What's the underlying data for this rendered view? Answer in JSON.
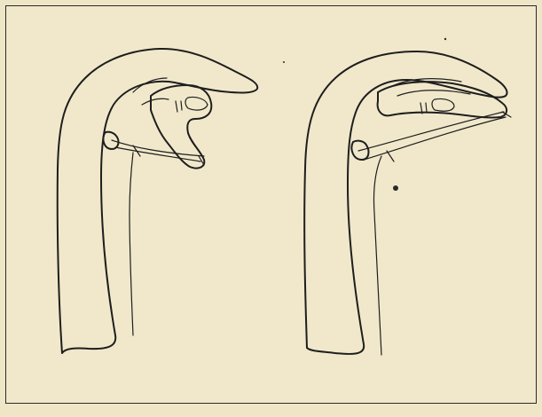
{
  "image": {
    "kind": "line-illustration",
    "panels": [
      {
        "name": "left-panel",
        "subject": "hand-with-finger-held-down-by-thread"
      },
      {
        "name": "right-panel",
        "subject": "hand-with-finger-extended-thread-taut"
      }
    ],
    "colors": {
      "paper": "#efe6c8",
      "ink": "#1e1e1e",
      "frame": "#2a2a2a"
    }
  }
}
